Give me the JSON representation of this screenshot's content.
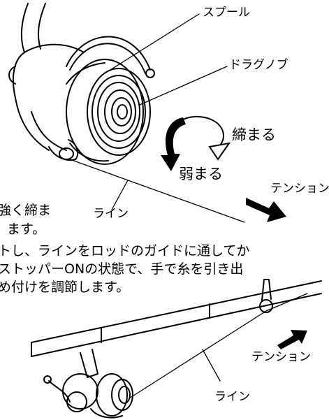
{
  "labels": {
    "spool": "スプール",
    "drag_knob": "ドラグノブ",
    "tighten": "締まる",
    "loosen": "弱まる",
    "tension_top": "テンション",
    "line_top": "ライン",
    "tension_bottom": "テンション",
    "line_bottom": "ライン"
  },
  "text": {
    "fragment_1": "強く締ま",
    "fragment_2": "ます。",
    "paragraph_line_1": "トし、ラインをロッドのガイドに通してか",
    "paragraph_line_2": "ストッパーONの状態で、手で糸を引き出",
    "paragraph_line_3": "め付けを調節します。"
  }
}
